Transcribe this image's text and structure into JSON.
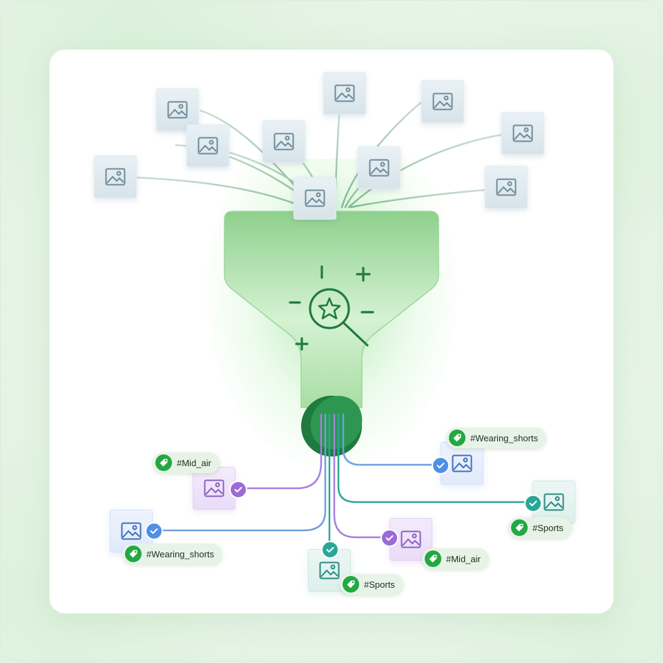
{
  "colors": {
    "accent_green": "#23a843",
    "funnel_green": "#1f7a3f",
    "purple": "#9c6ad6",
    "blue": "#4f8fe6",
    "teal": "#2aa697",
    "gray_icon": "#6e8a99"
  },
  "source_images": [
    {
      "icon": "image-icon"
    },
    {
      "icon": "image-icon"
    },
    {
      "icon": "image-icon"
    },
    {
      "icon": "image-icon"
    },
    {
      "icon": "image-icon"
    },
    {
      "icon": "image-icon"
    },
    {
      "icon": "image-icon"
    },
    {
      "icon": "image-icon"
    },
    {
      "icon": "image-icon"
    },
    {
      "icon": "image-icon"
    }
  ],
  "funnel": {
    "icon": "magic-search-icon"
  },
  "results": [
    {
      "tag": "#Mid_air",
      "color": "purple"
    },
    {
      "tag": "#Wearing_shorts",
      "color": "blue"
    },
    {
      "tag": "#Sports",
      "color": "teal"
    },
    {
      "tag": "#Mid_air",
      "color": "purple"
    },
    {
      "tag": "#Wearing_shorts",
      "color": "blue"
    },
    {
      "tag": "#Sports",
      "color": "teal"
    }
  ]
}
